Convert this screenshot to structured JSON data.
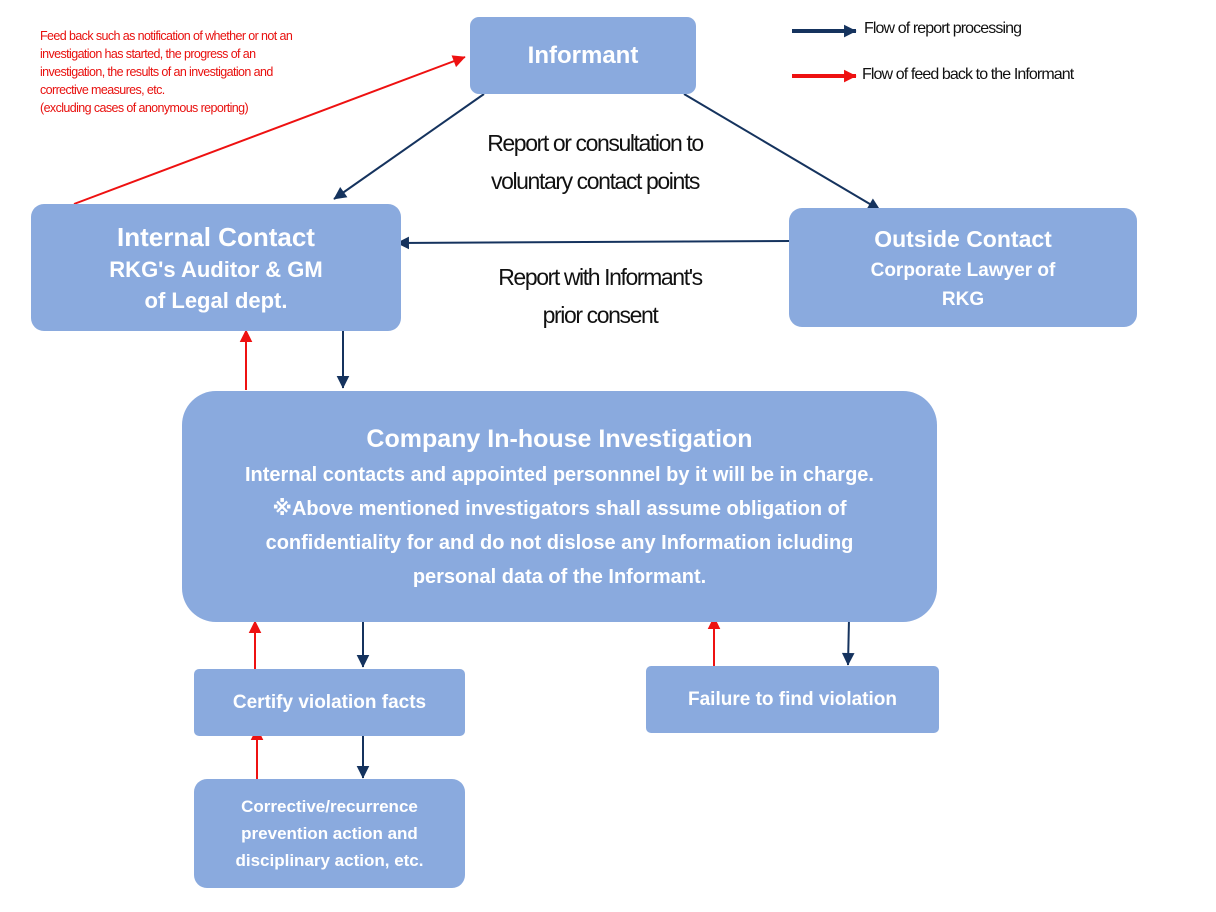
{
  "nodes": {
    "informant": "Informant",
    "internal_contact": {
      "title": "Internal Contact",
      "line1": "RKG's Auditor & GM",
      "line2": "of Legal dept."
    },
    "outside_contact": {
      "title": "Outside Contact",
      "line1": "Corporate Lawyer of",
      "line2": "RKG"
    },
    "investigation": {
      "title": "Company In-house Investigation",
      "line1": "Internal contacts and appointed personnnel by it will be in charge.",
      "line2": "※Above mentioned investigators shall assume obligation of",
      "line3": "confidentiality for and do not dislose any Information icluding",
      "line4": "personal data of the Informant."
    },
    "certify": "Certify violation facts",
    "failure": "Failure to find violation",
    "corrective": {
      "line1": "Corrective/recurrence",
      "line2": "prevention action and",
      "line3": "disciplinary action, etc."
    }
  },
  "labels": {
    "report_consult": {
      "line1": "Report or consultation to",
      "line2": "voluntary contact points"
    },
    "report_consent": {
      "line1": "Report with Informant's",
      "line2": "prior consent"
    },
    "feedback_note": {
      "line1": "Feed back such as notification of whether or not an",
      "line2": "investigation has started, the progress of an",
      "line3": "investigation, the results of an investigation and",
      "line4": "corrective measures, etc.",
      "line5": "(excluding cases of anonymous reporting)"
    }
  },
  "legend": {
    "report_flow": "Flow of report processing",
    "feedback_flow": "Flow of feed back to the Informant"
  },
  "colors": {
    "box_fill": "#8aaade",
    "report_arrow": "#15335e",
    "feedback_arrow": "#ee1111",
    "feedback_text": "#e8100e"
  }
}
